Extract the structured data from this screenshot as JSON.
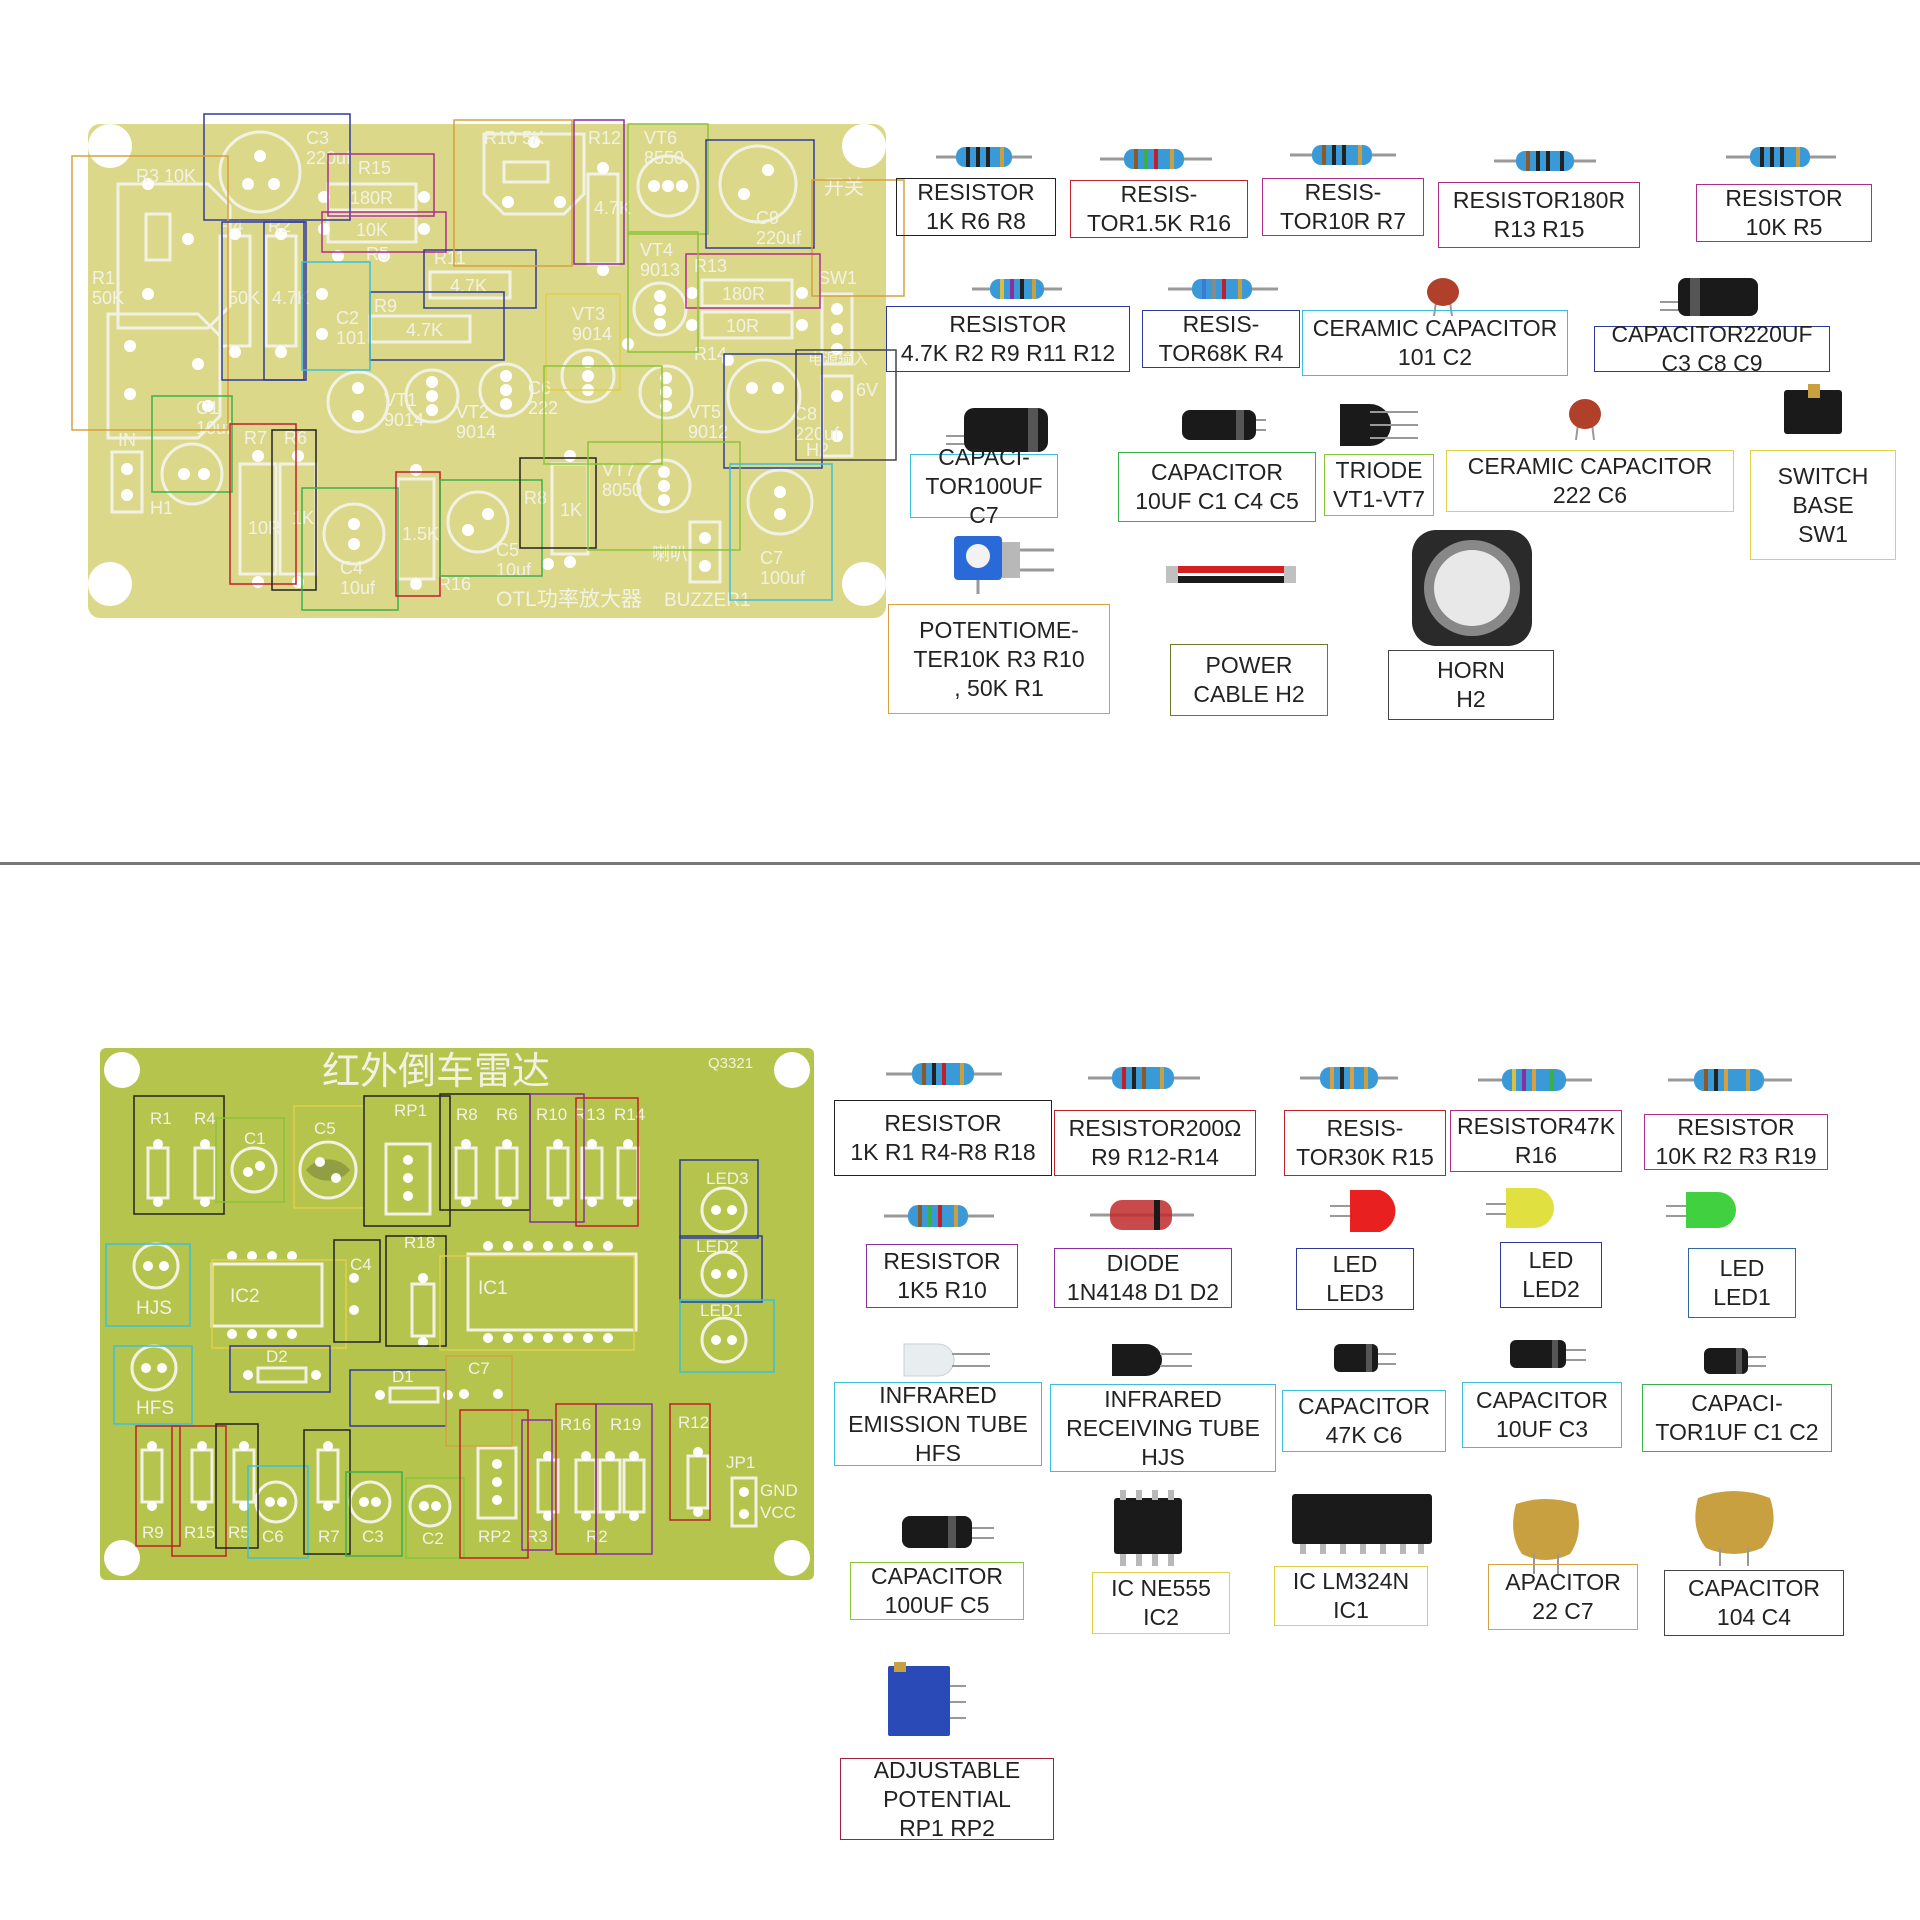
{
  "top_board": {
    "title": "OTL功率放大器",
    "buzzer": "BUZZER1",
    "switch_label": "开关",
    "power_label": "电源输入",
    "voltage": "6V",
    "silk": {
      "r3": "R3 10K",
      "r1": "R1\n50K",
      "c3": "C3\n220uf",
      "r15": "R15",
      "r15v": "180R",
      "r5v": "10K",
      "r5": "R5",
      "r10": "R10 5K",
      "r12": "R12",
      "r12v": "4.7K",
      "vt6": "VT6\n8550",
      "c9": "C9\n220uf",
      "sw1": "SW1",
      "r4": "R4",
      "r4v": "50K",
      "r2": "R2",
      "r2v": "4.7K",
      "c2": "C2\n101",
      "r11": "R11",
      "r11v": "4.7K",
      "r9": "R9",
      "r9v": "4.7K",
      "vt4": "VT4\n9013",
      "r13": "R13",
      "r13v": "180R",
      "r14v": "10R",
      "r14": "R14",
      "vt3": "VT3\n9014",
      "vt1": "VT1\n9014",
      "vt2": "VT2\n9014",
      "c6": "C6\n222",
      "vt5": "VT5\n9012",
      "c8": "C8\n220uf",
      "h2": "H2",
      "c1": "C1\n10uf",
      "in": "IN",
      "h1": "H1",
      "r7": "R7",
      "r7v": "10R",
      "r6": "R6",
      "r6v": "1K",
      "c4": "C4\n10uf",
      "r16v": "1.5K",
      "r16": "R16",
      "c5": "C5\n10uf",
      "r8": "R8",
      "r8v": "1K",
      "vt7": "VT7\n8050",
      "horn": "喇叭",
      "c7": "C7\n100uf"
    }
  },
  "bottom_board": {
    "title": "红外倒车雷达",
    "code": "Q3321",
    "gnd": "GND",
    "vcc": "VCC",
    "jp1": "JP1",
    "silk": {
      "r1": "R1",
      "r4": "R4",
      "c1": "C1",
      "c5": "C5",
      "rp1": "RP1",
      "r8": "R8",
      "r6": "R6",
      "r10": "R10",
      "r13": "R13",
      "r14": "R14",
      "led3": "LED3",
      "led2": "LED2",
      "led1": "LED1",
      "hjs": "HJS",
      "hfs": "HFS",
      "ic2": "IC2",
      "c4": "C4",
      "r18": "R18",
      "ic1": "IC1",
      "d2": "D2",
      "d1": "D1",
      "c7": "C7",
      "r9": "R9",
      "r15": "R15",
      "r5": "R5",
      "c6": "C6",
      "r7": "R7",
      "c3": "C3",
      "c2": "C2",
      "rp2": "RP2",
      "r3": "R3",
      "r16": "R16",
      "r2": "R2",
      "r19": "R19",
      "r12": "R12"
    }
  },
  "top_parts": [
    {
      "text": "RESISTOR\n1K R6 R8",
      "icon": "resistor-icon",
      "color": "#222222"
    },
    {
      "text": "RESIS-\nTOR1.5K R16",
      "icon": "resistor-icon",
      "color": "#c0202a"
    },
    {
      "text": "RESIS-\nTOR10R R7",
      "icon": "resistor-icon",
      "color": "#b02e8a"
    },
    {
      "text": "RESISTOR180R\nR13 R15",
      "icon": "resistor-icon",
      "color": "#b02e8a"
    },
    {
      "text": "RESISTOR\n10K R5",
      "icon": "resistor-icon",
      "color": "#b02e8a"
    },
    {
      "text": "RESISTOR\n4.7K R2 R9 R11 R12",
      "icon": "resistor-icon",
      "color": "#2e3a9a"
    },
    {
      "text": "RESIS-\nTOR68K R4",
      "icon": "resistor-icon",
      "color": "#2e3a9a"
    },
    {
      "text": "CERAMIC CAPACITOR\n101 C2",
      "icon": "ceramic-capacitor-icon",
      "color": "#3cc0d8"
    },
    {
      "text": "CAPACITOR220UF\nC3 C8 C9",
      "icon": "electrolytic-capacitor-icon",
      "color": "#2e3a9a"
    },
    {
      "text": "CAPACI-\nTOR100UF C7",
      "icon": "electrolytic-capacitor-icon",
      "color": "#3cc0d8"
    },
    {
      "text": "CAPACITOR\n10UF C1 C4 C5",
      "icon": "electrolytic-capacitor-icon",
      "color": "#3ab04a"
    },
    {
      "text": "TRIODE\nVT1-VT7",
      "icon": "transistor-icon",
      "color": "#8ac43a"
    },
    {
      "text": "CERAMIC CAPACITOR\n222 C6",
      "icon": "ceramic-capacitor-icon",
      "color": "#e0d04a"
    },
    {
      "text": "SWITCH\nBASE\nSW1",
      "icon": "switch-icon",
      "color": "#e0d04a"
    },
    {
      "text": "POTENTIOME-\nTER10K R3 R10\n, 50K R1",
      "icon": "potentiometer-icon",
      "color": "#d8a040"
    },
    {
      "text": "POWER\nCABLE H2",
      "icon": "power-cable-icon",
      "color": "#6a7a2a"
    },
    {
      "text": "HORN\nH2",
      "icon": "speaker-icon",
      "color": "#444444"
    }
  ],
  "bottom_parts": [
    {
      "text": "RESISTOR\n1K R1 R4-R8 R18",
      "icon": "resistor-icon",
      "color": "#222222"
    },
    {
      "text": "RESISTOR200Ω\nR9 R12-R14",
      "icon": "resistor-icon",
      "color": "#c0202a"
    },
    {
      "text": "RESIS-\nTOR30K R15",
      "icon": "resistor-icon",
      "color": "#c0202a"
    },
    {
      "text": "RESISTOR47K\nR16",
      "icon": "resistor-icon",
      "color": "#b02e8a"
    },
    {
      "text": "RESISTOR\n10K R2 R3 R19",
      "icon": "resistor-icon",
      "color": "#b02e8a"
    },
    {
      "text": "RESISTOR\n1K5 R10",
      "icon": "resistor-icon",
      "color": "#8a2ea0"
    },
    {
      "text": "DIODE\n1N4148 D1 D2",
      "icon": "diode-icon",
      "color": "#8a2ea0"
    },
    {
      "text": "LED\nLED3",
      "icon": "led-icon",
      "color": "#2e3a9a"
    },
    {
      "text": "LED\nLED2",
      "icon": "led-icon",
      "color": "#2e3a9a"
    },
    {
      "text": "LED\nLED1",
      "icon": "led-icon",
      "color": "#2e6aa0"
    },
    {
      "text": "INFRARED\nEMISSION TUBE\nHFS",
      "icon": "ir-emitter-icon",
      "color": "#3cc0d8"
    },
    {
      "text": "INFRARED\nRECEIVING TUBE\nHJS",
      "icon": "ir-receiver-icon",
      "color": "#3cc0d8"
    },
    {
      "text": "CAPACITOR\n47K C6",
      "icon": "electrolytic-capacitor-icon",
      "color": "#3cc0d8"
    },
    {
      "text": "CAPACITOR\n10UF C3",
      "icon": "electrolytic-capacitor-icon",
      "color": "#3cc0d8"
    },
    {
      "text": "CAPACI-\nTOR1UF C1 C2",
      "icon": "electrolytic-capacitor-icon",
      "color": "#3ab04a"
    },
    {
      "text": "CAPACITOR\n100UF C5",
      "icon": "electrolytic-capacitor-icon",
      "color": "#8ac43a"
    },
    {
      "text": "IC NE555\nIC2",
      "icon": "ic-dip8-icon",
      "color": "#e0d04a"
    },
    {
      "text": "IC LM324N\nIC1",
      "icon": "ic-dip14-icon",
      "color": "#e0d04a"
    },
    {
      "text": "APACITOR\n22 C7",
      "icon": "ceramic-capacitor-icon",
      "color": "#d8a040"
    },
    {
      "text": "CAPACITOR\n104 C4",
      "icon": "ceramic-capacitor-icon",
      "color": "#444444"
    },
    {
      "text": "ADJUSTABLE\nPOTENTIAL\nRP1 RP2",
      "icon": "trimmer-icon",
      "color": "#a02040"
    }
  ],
  "colors": {
    "top_pcb": "#dcd88a",
    "bottom_pcb": "#b5c44c",
    "silkscreen": "#f2f2e4"
  }
}
